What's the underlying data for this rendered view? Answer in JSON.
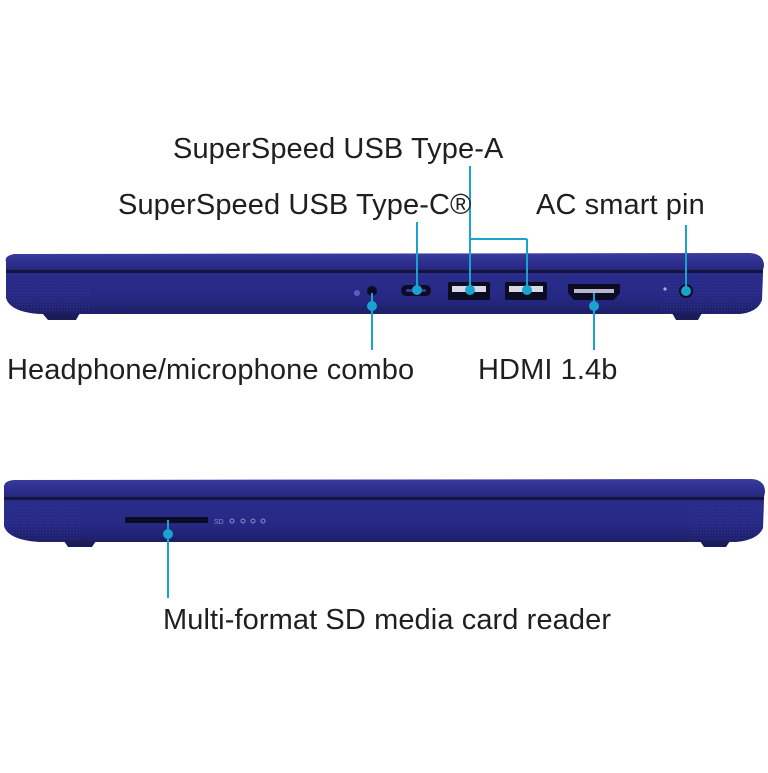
{
  "callouts": {
    "usb_a": "SuperSpeed USB Type-A",
    "usb_c": "SuperSpeed USB Type-C®",
    "ac_pin": "AC smart pin",
    "headphone": "Headphone/microphone combo",
    "hdmi": "HDMI 1.4b",
    "sd_reader": "Multi-format SD media card reader"
  },
  "port_markings": {
    "sd_slot_text": "SD"
  },
  "colors": {
    "chassis": "#2c2e86",
    "chassis_dark": "#1a1b55",
    "leader_line": "#1aa3d0",
    "label_text": "#1f1f22"
  }
}
